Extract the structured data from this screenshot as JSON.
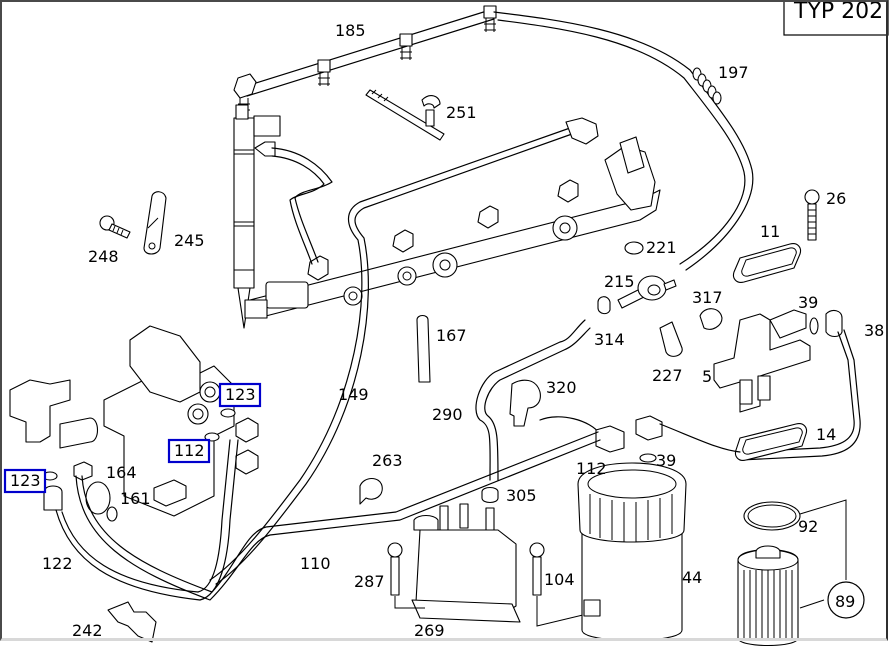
{
  "diagram": {
    "type_label": "TYP 202",
    "highlight_color": "#0000cc",
    "callouts": [
      {
        "id": "185",
        "label": "185",
        "highlighted": false
      },
      {
        "id": "197",
        "label": "197",
        "highlighted": false
      },
      {
        "id": "251",
        "label": "251",
        "highlighted": false
      },
      {
        "id": "26",
        "label": "26",
        "highlighted": false
      },
      {
        "id": "248",
        "label": "248",
        "highlighted": false
      },
      {
        "id": "245",
        "label": "245",
        "highlighted": false
      },
      {
        "id": "11",
        "label": "11",
        "highlighted": false
      },
      {
        "id": "221",
        "label": "221",
        "highlighted": false
      },
      {
        "id": "215",
        "label": "215",
        "highlighted": false
      },
      {
        "id": "317",
        "label": "317",
        "highlighted": false
      },
      {
        "id": "39a",
        "label": "39",
        "highlighted": false
      },
      {
        "id": "38",
        "label": "38",
        "highlighted": false
      },
      {
        "id": "167",
        "label": "167",
        "highlighted": false
      },
      {
        "id": "314",
        "label": "314",
        "highlighted": false
      },
      {
        "id": "227",
        "label": "227",
        "highlighted": false
      },
      {
        "id": "5",
        "label": "5",
        "highlighted": false
      },
      {
        "id": "149",
        "label": "149",
        "highlighted": false
      },
      {
        "id": "320",
        "label": "320",
        "highlighted": false
      },
      {
        "id": "123a",
        "label": "123",
        "highlighted": true
      },
      {
        "id": "290",
        "label": "290",
        "highlighted": false
      },
      {
        "id": "14",
        "label": "14",
        "highlighted": false
      },
      {
        "id": "112a",
        "label": "112",
        "highlighted": true
      },
      {
        "id": "263",
        "label": "263",
        "highlighted": false
      },
      {
        "id": "112b",
        "label": "112",
        "highlighted": false
      },
      {
        "id": "39b",
        "label": "39",
        "highlighted": false
      },
      {
        "id": "123b",
        "label": "123",
        "highlighted": true
      },
      {
        "id": "164",
        "label": "164",
        "highlighted": false
      },
      {
        "id": "161",
        "label": "161",
        "highlighted": false
      },
      {
        "id": "305",
        "label": "305",
        "highlighted": false
      },
      {
        "id": "92",
        "label": "92",
        "highlighted": false
      },
      {
        "id": "122",
        "label": "122",
        "highlighted": false
      },
      {
        "id": "110",
        "label": "110",
        "highlighted": false
      },
      {
        "id": "287",
        "label": "287",
        "highlighted": false
      },
      {
        "id": "104",
        "label": "104",
        "highlighted": false
      },
      {
        "id": "44",
        "label": "44",
        "highlighted": false
      },
      {
        "id": "89",
        "label": "89",
        "highlighted": false
      },
      {
        "id": "242",
        "label": "242",
        "highlighted": false
      },
      {
        "id": "269",
        "label": "269",
        "highlighted": false
      }
    ]
  }
}
